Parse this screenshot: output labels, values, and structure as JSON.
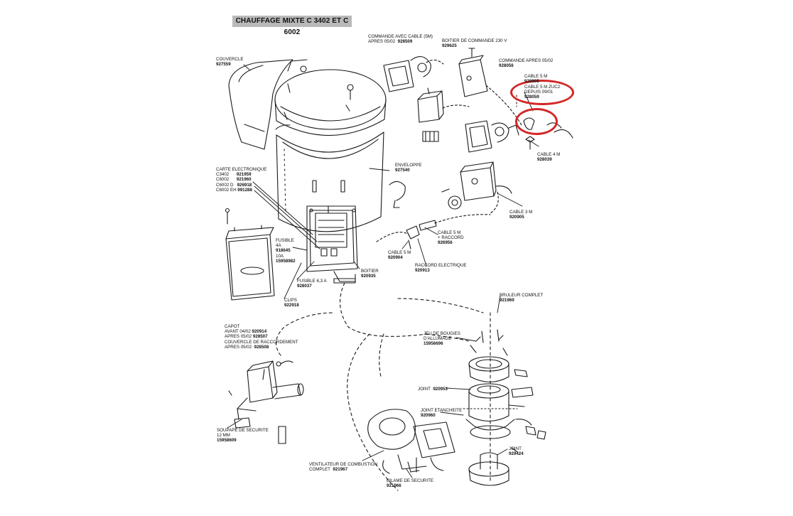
{
  "title": "CHAUFFAGE MIXTE C 3402 ET C 6002",
  "highlight_color": "#d42626",
  "parts": {
    "couvercle": {
      "lines": [
        "COUVERCLE"
      ],
      "ref": "927559"
    },
    "commande_cable": {
      "lines": [
        "COMMANDE AVEC CABLE (5M)",
        "APRES 05/02"
      ],
      "ref": "928509"
    },
    "boitier_commande": {
      "lines": [
        "BOITIER DE COMMANDE 230 V"
      ],
      "ref": "929625"
    },
    "commande_apres": {
      "lines": [
        "COMMANDE APRES 05/02"
      ],
      "ref": "928056"
    },
    "cable5m_top": {
      "lines": [
        "CABLE 5 M"
      ],
      "ref": "928905"
    },
    "cable5m_zuc2": {
      "lines": [
        "CABLE 5 M ZUC2",
        "DEPUIS 09/01"
      ],
      "ref": "928059"
    },
    "cable4m": {
      "lines": [
        "CABLE 4 M"
      ],
      "ref": "928039"
    },
    "carte_electronique": {
      "title": "CARTE ELECTRONIQUE",
      "rows": [
        {
          "model": "C3402",
          "ref": "921959"
        },
        {
          "model": "C6002",
          "ref": "921960"
        },
        {
          "model": "C6002 D",
          "ref": "926918"
        },
        {
          "model": "C6002 EH",
          "ref": "991288"
        }
      ]
    },
    "enveloppe": {
      "lines": [
        "ENVELOPPE"
      ],
      "ref": "927540"
    },
    "cable3m": {
      "lines": [
        "CABLE 3 M"
      ],
      "ref": "920905"
    },
    "cable5m_raccord": {
      "lines": [
        "CABLE 5 M",
        "+ RACCORD"
      ],
      "ref": "926956"
    },
    "cable5m_mid": {
      "lines": [
        "CABLE 5 M"
      ],
      "ref": "920904"
    },
    "raccord_electrique": {
      "lines": [
        "RACCORD ELECTRIQUE"
      ],
      "ref": "920913"
    },
    "fusible4a": {
      "lines": [
        "FUSIBLE",
        "4A"
      ],
      "ref": "918645",
      "extra_line": "10A",
      "extra_ref": "15958982"
    },
    "fusible63": {
      "lines": [
        "FUSIBLE 6,3 A"
      ],
      "ref": "928037"
    },
    "boitier": {
      "lines": [
        "BOITIER"
      ],
      "ref": "920935"
    },
    "clips": {
      "lines": [
        "CLIPS"
      ],
      "ref": "922918"
    },
    "capot": {
      "lines": [
        "CAPOT"
      ],
      "rows": [
        {
          "text": "AVANT 04/02",
          "ref": "920914"
        },
        {
          "text": "APRES 05/02",
          "ref": "928507"
        },
        {
          "text": "COUVERCLE DE RACCORDEMENT",
          "ref": ""
        },
        {
          "text": "APRES 05/02",
          "ref": "928508"
        }
      ]
    },
    "bruleur": {
      "lines": [
        "BRULEUR COMPLET"
      ],
      "ref": "921969"
    },
    "jeu_bougies": {
      "lines": [
        "JEU DE BOUGIES",
        "D'ALLUMAGE"
      ],
      "ref": "15956696"
    },
    "joint1": {
      "lines": [
        "JOINT"
      ],
      "ref": "920953"
    },
    "joint_etancheite": {
      "lines": [
        "JOINT ETANCHEITE"
      ],
      "ref": "920960"
    },
    "soupape": {
      "lines": [
        "SOUPAPE DE SECURITE",
        "12 MM"
      ],
      "ref": "15958609"
    },
    "ventilateur": {
      "lines": [
        "VENTILATEUR DE COMBUSTION"
      ],
      "ref_prefix": "COMPLET",
      "ref": "921967"
    },
    "joint2": {
      "lines": [
        "JOINT"
      ],
      "ref": "929424"
    },
    "bilame": {
      "lines": [
        "BILAME DE SECURITE"
      ],
      "ref": "921966"
    }
  }
}
